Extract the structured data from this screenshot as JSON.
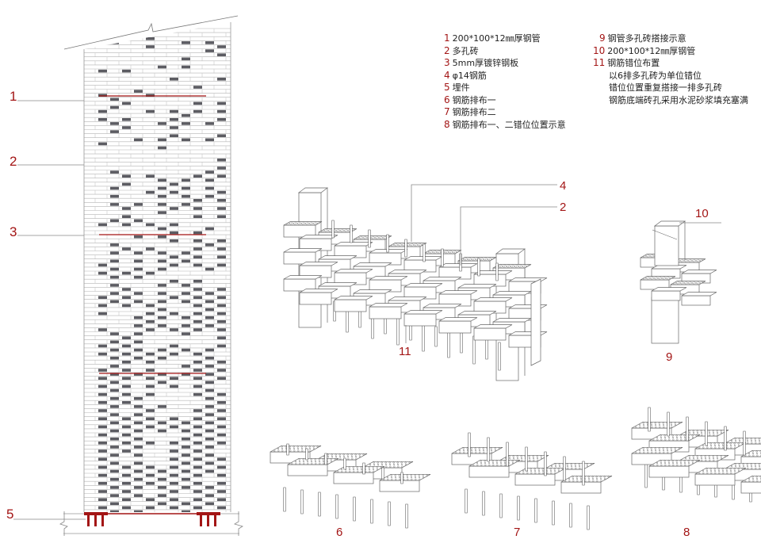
{
  "legend_left": [
    {
      "num": "1",
      "text": "200*100*12㎜厚钢管"
    },
    {
      "num": "2",
      "text": "多孔砖"
    },
    {
      "num": "3",
      "text": "5mm厚镀锌钢板"
    },
    {
      "num": "4",
      "text": "φ14钢筋"
    },
    {
      "num": "5",
      "text": "埋件"
    },
    {
      "num": "6",
      "text": "钢筋排布一"
    },
    {
      "num": "7",
      "text": "钢筋排布二"
    },
    {
      "num": "8",
      "text": "钢筋排布一、二错位位置示意"
    }
  ],
  "legend_right": [
    {
      "num": "9",
      "text": "钢管多孔砖搭接示意"
    },
    {
      "num": "10",
      "text": "200*100*12㎜厚钢管"
    },
    {
      "num": "11",
      "text": "钢筋错位布置"
    }
  ],
  "legend_right_notes": [
    "以6排多孔砖为单位错位",
    "错位位置重复搭接一排多孔砖",
    "钢筋底端砖孔采用水泥砂浆填充塞满"
  ],
  "elevation_labels": [
    "1",
    "2",
    "3",
    "5"
  ],
  "axo_labels": {
    "rebar": "4",
    "brick": "2",
    "stagger": "11"
  },
  "detail_labels": {
    "pipe_brick": "9",
    "pipe": "10",
    "layout_one": "6",
    "layout_two": "7",
    "layout_overlap": "8"
  },
  "colors": {
    "accent": "#a31515",
    "dark_brick": "#5c5c62",
    "line": "#888888"
  }
}
